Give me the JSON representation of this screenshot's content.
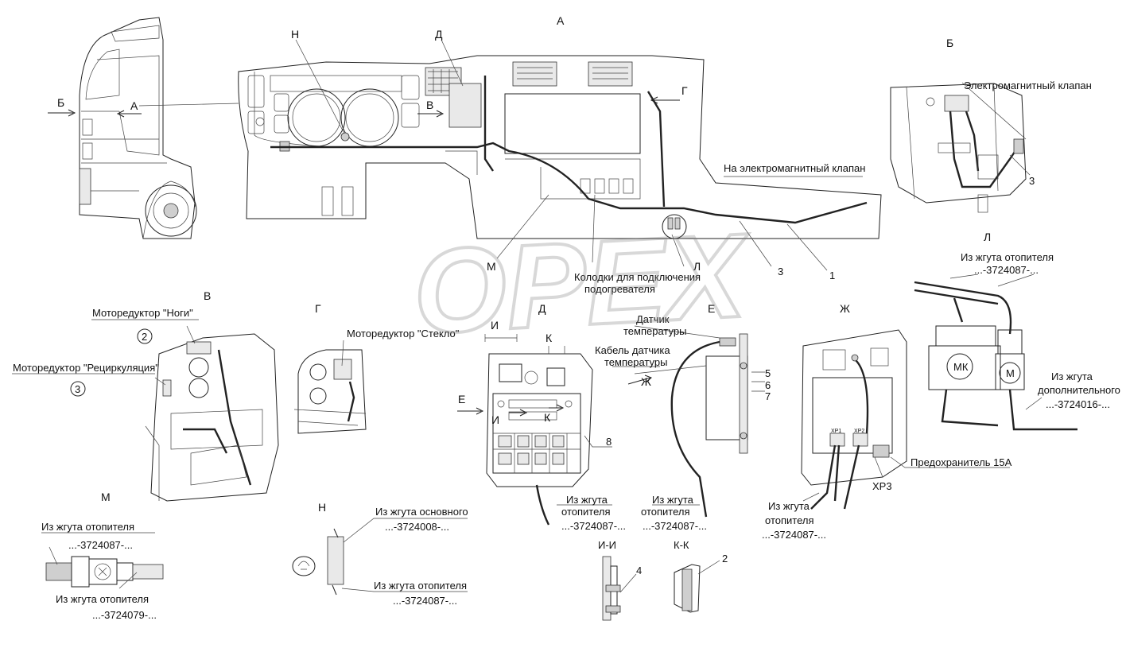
{
  "views": {
    "a": "А",
    "b": "Б",
    "v": "В",
    "g": "Г",
    "d": "Д",
    "e": "Е",
    "zh": "Ж",
    "n": "Н",
    "l": "Л",
    "m": "М",
    "k": "К",
    "i": "И",
    "ii": "И-И",
    "kk": "К-К"
  },
  "labels": {
    "solenoid_valve": "Электромагнитный клапан",
    "to_solenoid_valve": "На электромагнитный клапан",
    "heater_connectors_1": "Колодки для подключения",
    "heater_connectors_2": "подогревателя",
    "temp_sensor_1": "Датчик",
    "temp_sensor_2": "температуры",
    "temp_sensor_cable_1": "Кабель датчика",
    "temp_sensor_cable_2": "температуры",
    "motor_legs": "Моторедуктор \"Ноги\"",
    "motor_recirc": "Моторедуктор \"Рециркуляция\"",
    "motor_glass": "Моторедуктор \"Стекло\"",
    "fuse": "Предохранитель 15А",
    "xp3": "ХР3",
    "xp1": "ХР1",
    "xp2": "ХР2",
    "mk": "МК",
    "m_motor": "М",
    "from_heater": "Из жгута отопителя",
    "from_heater_short_1": "Из жгута",
    "from_heater_short_2": "отопителя",
    "from_main": "Из жгута основного",
    "from_additional_1": "Из жгута",
    "from_additional_2": "дополнительного",
    "code_087": "...-3724087-...",
    "code_008": "...-3724008-...",
    "code_016": "...-3724016-...",
    "code_079": "...-3724079-..."
  },
  "callouts": {
    "n1": "1",
    "n2": "2",
    "n3": "3",
    "n4": "4",
    "n5": "5",
    "n6": "6",
    "n7": "7",
    "n8": "8",
    "circ2": "2",
    "circ3": "3"
  },
  "watermark": "OPEX"
}
